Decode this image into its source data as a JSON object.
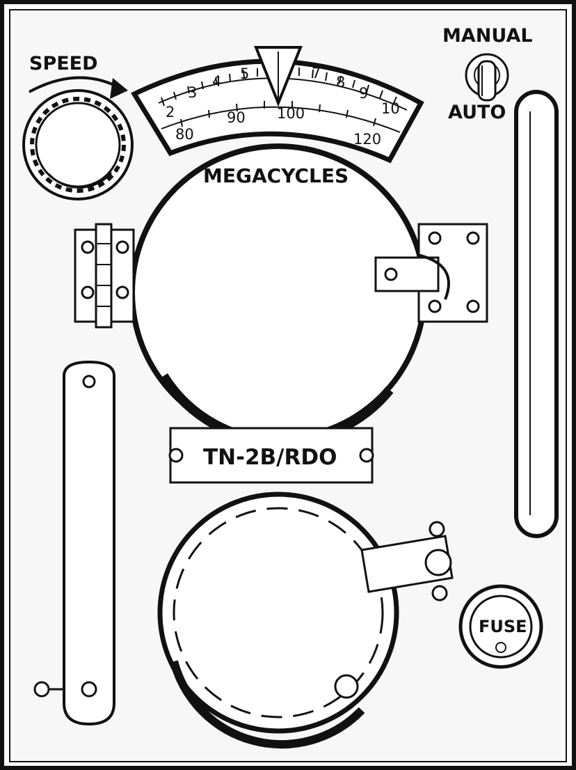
{
  "labels": {
    "speed": "SPEED",
    "manual": "MANUAL",
    "auto": "AUTO",
    "megacycles": "MEGACYCLES",
    "nameplate": "TN-2B/RDO",
    "fuse": "FUSE"
  },
  "dial": {
    "outer_scale": [
      "2",
      "3",
      "4",
      "5",
      "7",
      "8",
      "9",
      "10"
    ],
    "inner_scale": [
      "80",
      "90",
      "100",
      "120"
    ]
  },
  "colors": {
    "ink": "#111111",
    "paper": "#ffffff",
    "panel": "#f7f7f7"
  },
  "icons": {
    "speed_arrow": "curved-arrow-icon",
    "toggle": "toggle-switch-icon",
    "screw": "screw-icon",
    "fuse": "fuse-holder-icon"
  }
}
